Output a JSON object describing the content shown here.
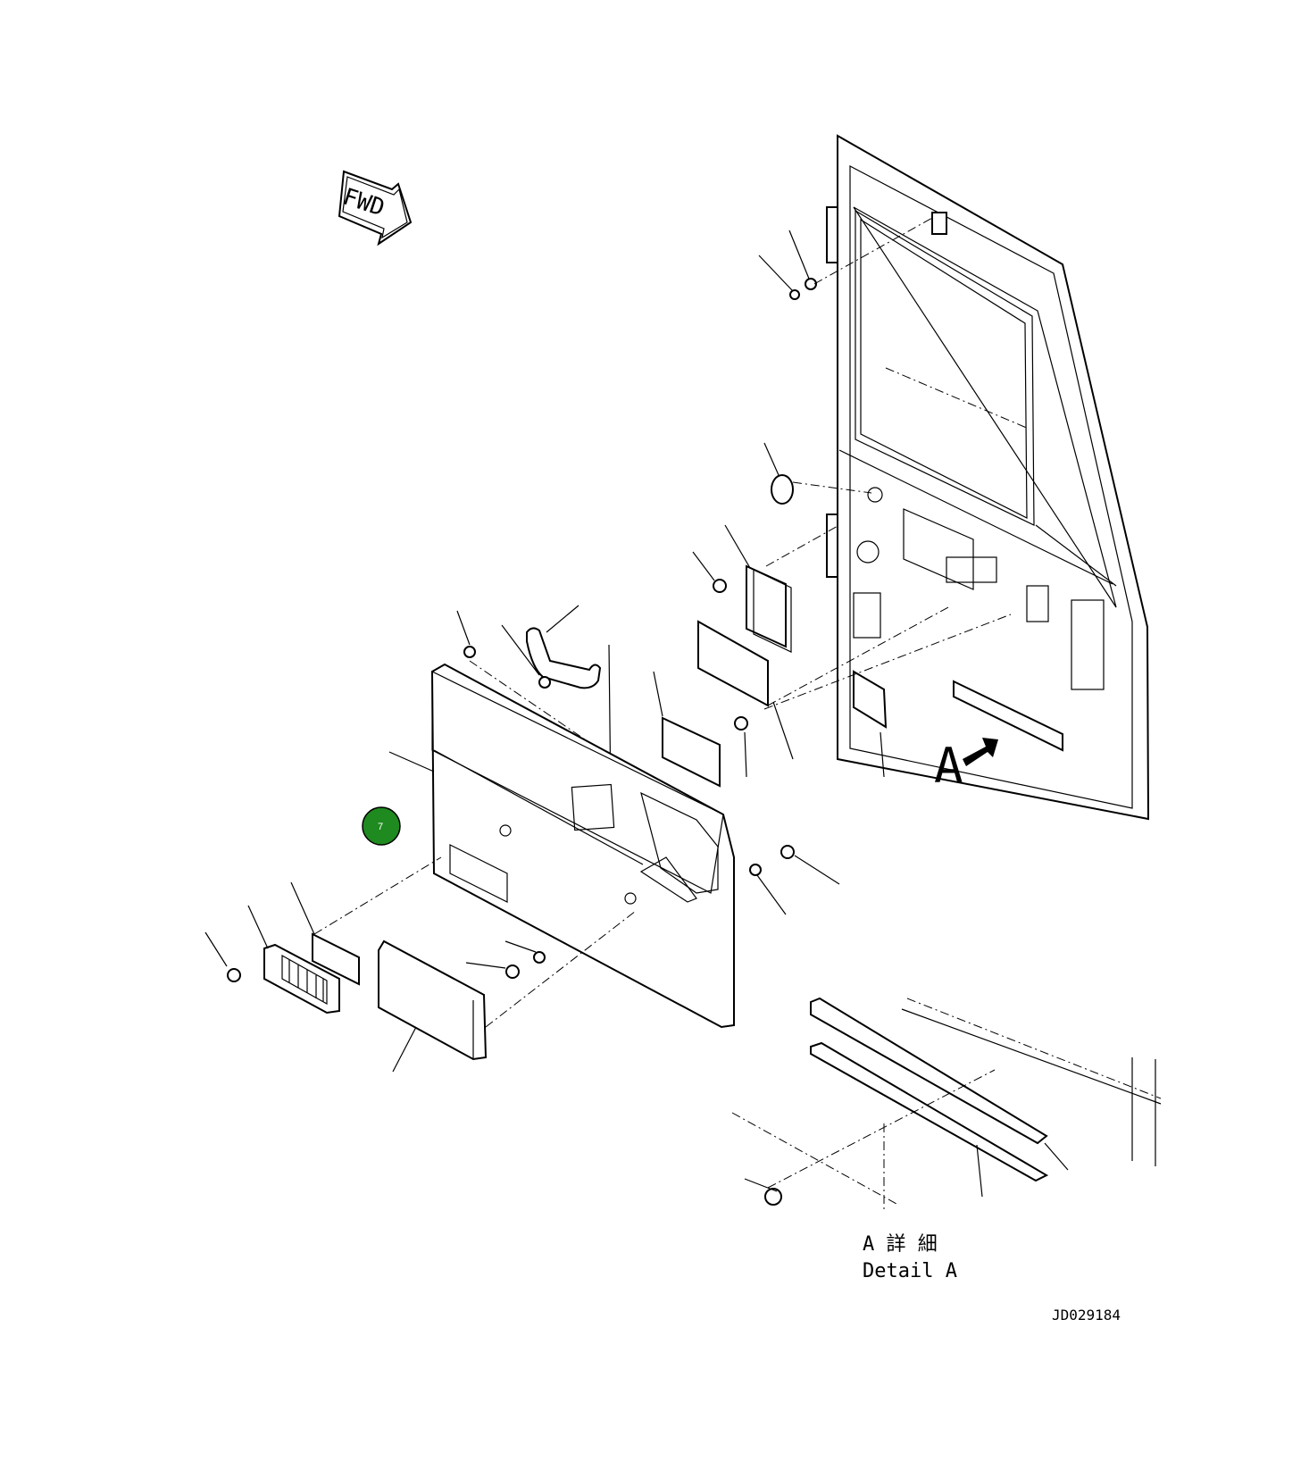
{
  "drawing": {
    "fwd_label": "FWD",
    "view_letter": "A",
    "detail_title_jp": "A 詳 細",
    "detail_title_en": "Detail A",
    "drawing_number": "JD029184"
  },
  "callouts": [
    {
      "label": "7",
      "color": "#1f8a1f"
    }
  ],
  "colors": {
    "ink": "#000000",
    "paper": "#ffffff",
    "callout": "#1f8a1f"
  }
}
